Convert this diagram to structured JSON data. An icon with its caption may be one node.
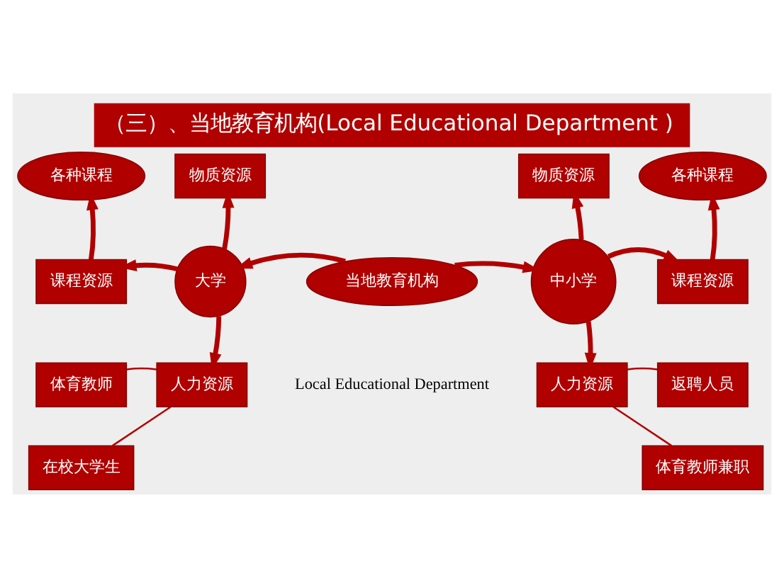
{
  "diagram": {
    "title": "（三）、当地教育机构(Local Educational Department )",
    "nodes": [
      {
        "text": [
          "各种课程"
        ]
      },
      {
        "text": [
          "物质资源"
        ]
      },
      {
        "text": [
          "物质资源"
        ]
      },
      {
        "text": [
          "各种课程"
        ]
      },
      {
        "text": [
          "课程资源"
        ]
      },
      {
        "text": [
          "大学"
        ]
      },
      {
        "text": [
          "当地教育机构"
        ]
      },
      {
        "text": [
          "中小学"
        ]
      },
      {
        "text": [
          "课程资源"
        ]
      },
      {
        "text": [
          "体育教师"
        ]
      },
      {
        "text": [
          "人力资源"
        ]
      },
      {
        "text": [
          "返聘人员"
        ]
      },
      {
        "text": [
          "人力资源"
        ]
      },
      {
        "text": [
          "在校大学生"
        ]
      },
      {
        "text": [
          "体育教师兼职"
        ]
      }
    ],
    "edges": [
      {
        "from": 6,
        "to": 5,
        "arrow": "to"
      },
      {
        "from": 6,
        "to": 7,
        "arrow": "to"
      },
      {
        "from": 5,
        "to": 1,
        "arrow": "to"
      },
      {
        "from": 5,
        "to": 4,
        "arrow": "to"
      },
      {
        "from": 4,
        "to": 0,
        "arrow": "to"
      },
      {
        "from": 5,
        "to": 10,
        "arrow": "to"
      },
      {
        "from": 7,
        "to": 2,
        "arrow": "to"
      },
      {
        "from": 7,
        "to": 8,
        "arrow": "to"
      },
      {
        "from": 8,
        "to": 3,
        "arrow": "to"
      },
      {
        "from": 7,
        "to": 12,
        "arrow": "to"
      },
      {
        "from": 9,
        "to": 10,
        "arrow": "none"
      },
      {
        "from": 13,
        "to": 10,
        "arrow": "none"
      },
      {
        "from": 12,
        "to": 11,
        "arrow": "none"
      },
      {
        "from": 12,
        "to": 14,
        "arrow": "none"
      }
    ],
    "labels": [
      "Local Educational Department"
    ]
  }
}
